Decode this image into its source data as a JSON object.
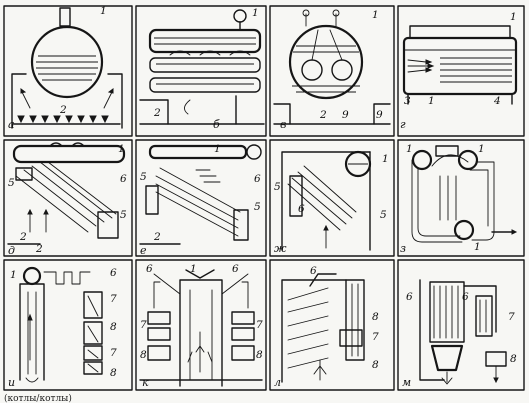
{
  "figure": {
    "panels": [
      {
        "letter": "а",
        "callouts": [
          "1",
          "2"
        ]
      },
      {
        "letter": "б",
        "callouts": [
          "1",
          "2"
        ]
      },
      {
        "letter": "в",
        "callouts": [
          "1",
          "2",
          "9",
          "9"
        ]
      },
      {
        "letter": "г",
        "callouts": [
          "1",
          "3",
          "1",
          "4"
        ]
      },
      {
        "letter": "д",
        "callouts": [
          "1",
          "5",
          "6",
          "5",
          "2",
          "2"
        ]
      },
      {
        "letter": "е",
        "callouts": [
          "1",
          "5",
          "6",
          "5",
          "2"
        ]
      },
      {
        "letter": "ж",
        "callouts": [
          "1",
          "5",
          "6",
          "5"
        ]
      },
      {
        "letter": "з",
        "callouts": [
          "1",
          "1",
          "1"
        ]
      },
      {
        "letter": "и",
        "callouts": [
          "1",
          "6",
          "7",
          "8",
          "7",
          "8"
        ]
      },
      {
        "letter": "к",
        "callouts": [
          "6",
          "1",
          "6",
          "7",
          "7",
          "8",
          "8"
        ]
      },
      {
        "letter": "л",
        "callouts": [
          "6",
          "8",
          "7",
          "8"
        ]
      },
      {
        "letter": "м",
        "callouts": [
          "6",
          "6",
          "7",
          "8"
        ]
      }
    ],
    "bottom_caption": "(котлы/котлы)"
  }
}
